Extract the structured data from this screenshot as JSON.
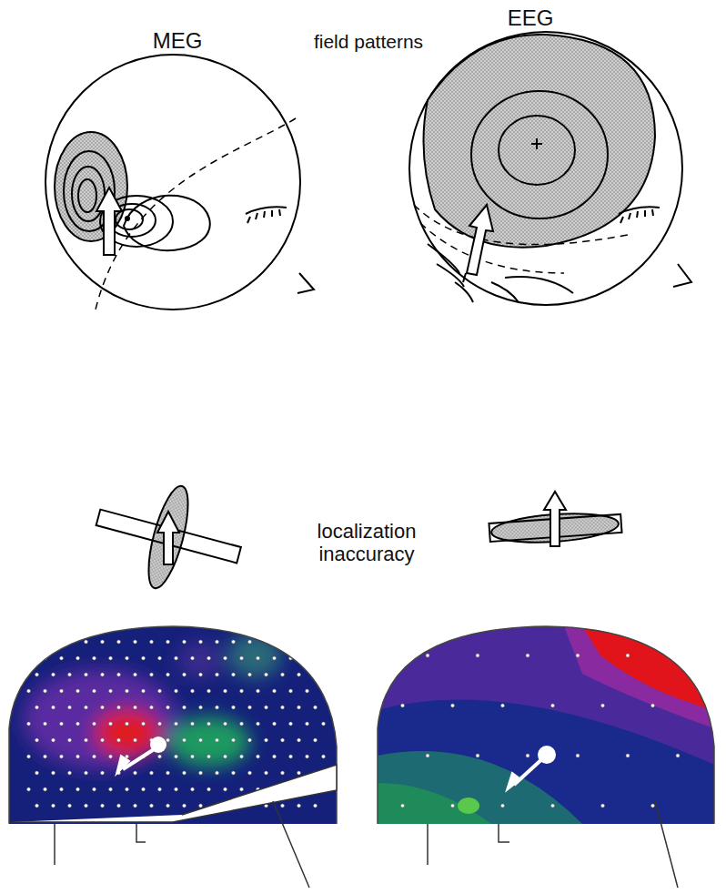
{
  "diagram": {
    "labels": [
      "MEG",
      "EEG",
      "field patterns",
      "localization inaccuracy"
    ]
  }
}
